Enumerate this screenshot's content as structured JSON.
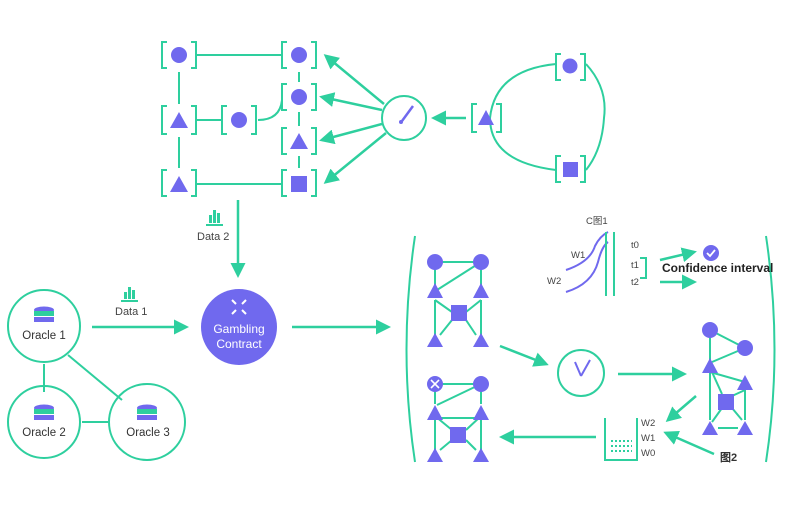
{
  "labels": {
    "data2": "Data 2",
    "data1": "Data 1",
    "oracle1": "Oracle 1",
    "oracle2": "Oracle 2",
    "oracle3": "Oracle 3",
    "gambling_line1": "Gambling",
    "gambling_line2": "Contract",
    "c_chart": "C图1",
    "w1": "W1",
    "w2": "W2",
    "t0": "t0",
    "t1": "t1",
    "t2": "t2",
    "confidence": "Confidence interval",
    "bucket_w2": "W2",
    "bucket_w1": "W1",
    "bucket_w0": "W0",
    "fig2": "图2"
  },
  "colors": {
    "line": "#2ecf9e",
    "shape": "#7069ee",
    "text": "#444444"
  },
  "icons": [
    "bar-chart-icon",
    "database-icon",
    "compress-arrows-icon",
    "checkmark-circle-icon",
    "gauge-icon",
    "close-x-icon"
  ]
}
